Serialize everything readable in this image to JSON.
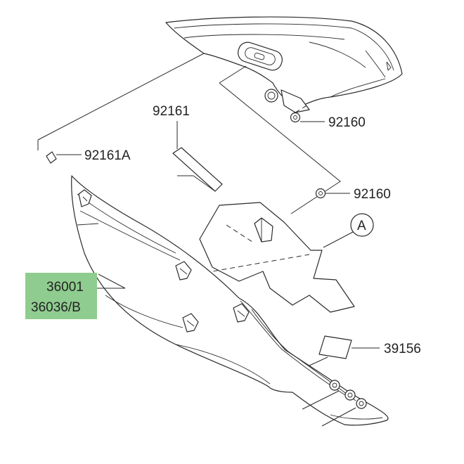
{
  "colors": {
    "highlight": "#8fcc8f",
    "line": "#2a2a2a",
    "background": "#ffffff"
  },
  "callouts": [
    {
      "id": "92161",
      "text": "92161"
    },
    {
      "id": "92160_top",
      "text": "92160"
    },
    {
      "id": "92161A",
      "text": "92161A"
    },
    {
      "id": "92160_mid",
      "text": "92160"
    },
    {
      "id": "ref_A",
      "text": "A"
    },
    {
      "id": "36001",
      "text": "36001"
    },
    {
      "id": "36036B",
      "text": "36036/B"
    },
    {
      "id": "39156",
      "text": "39156"
    }
  ]
}
